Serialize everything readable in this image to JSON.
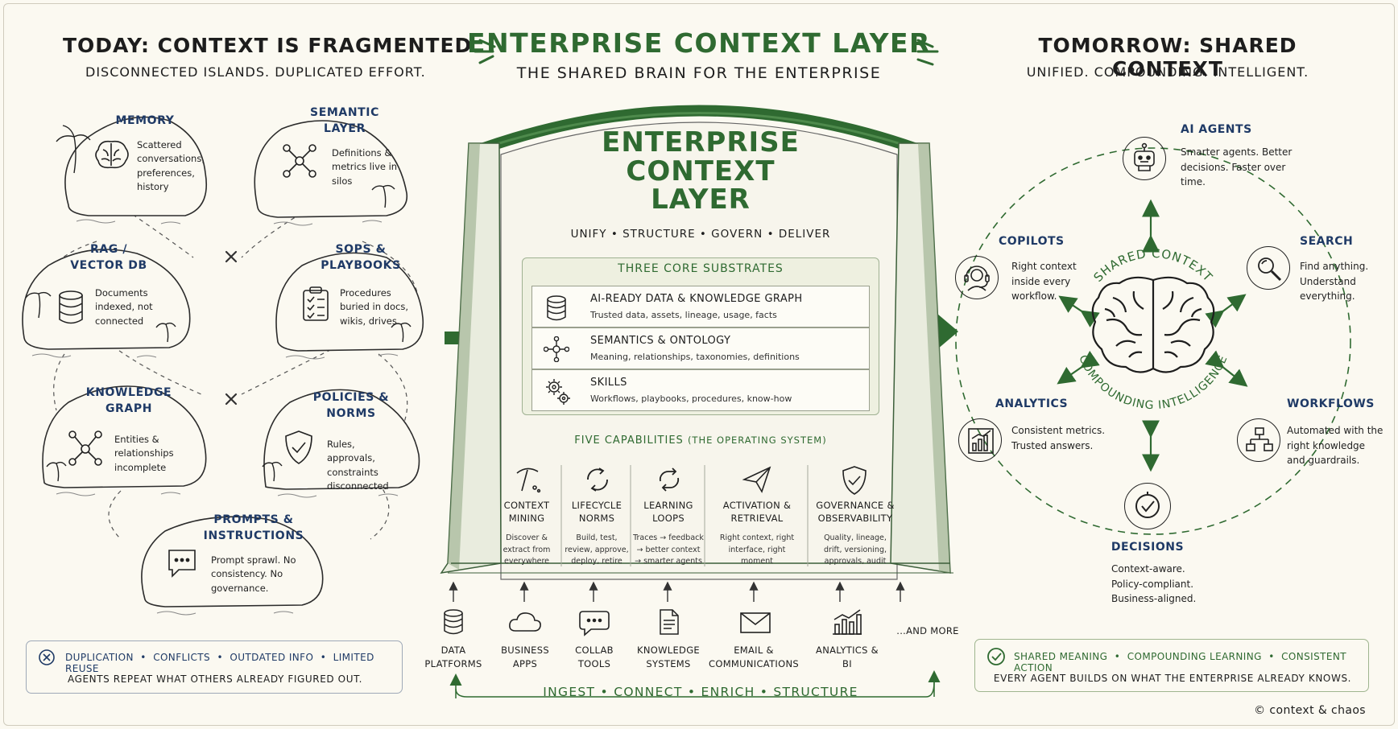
{
  "left": {
    "title": "TODAY: CONTEXT IS FRAGMENTED",
    "subtitle": "DISCONNECTED ISLANDS. DUPLICATED EFFORT.",
    "islands": [
      {
        "title": "MEMORY",
        "desc": "Scattered conversations, preferences, history",
        "icon": "brain-icon"
      },
      {
        "title": "SEMANTIC LAYER",
        "desc": "Definitions & metrics live in silos",
        "icon": "network-icon"
      },
      {
        "title": "RAG / VECTOR DB",
        "desc": "Documents indexed, not connected",
        "icon": "database-icon"
      },
      {
        "title": "SOPS & PLAYBOOKS",
        "desc": "Procedures buried in docs, wikis, drives",
        "icon": "clipboard-icon"
      },
      {
        "title": "KNOWLEDGE GRAPH",
        "desc": "Entities & relationships incomplete",
        "icon": "graph-icon"
      },
      {
        "title": "POLICIES & NORMS",
        "desc": "Rules, approvals, constraints disconnected",
        "icon": "shield-icon"
      },
      {
        "title": "PROMPTS & INSTRUCTIONS",
        "desc": "Prompt sprawl. No consistency. No governance.",
        "icon": "chat-icon"
      }
    ],
    "callout": {
      "items": [
        "DUPLICATION",
        "CONFLICTS",
        "OUTDATED INFO",
        "LIMITED REUSE"
      ],
      "bottom": "AGENTS REPEAT WHAT OTHERS ALREADY FIGURED OUT."
    }
  },
  "center": {
    "title": "ENTERPRISE CONTEXT LAYER",
    "subtitle": "THE SHARED BRAIN FOR THE ENTERPRISE",
    "sign_title": [
      "ENTERPRISE",
      "CONTEXT",
      "LAYER"
    ],
    "sign_subtitle": "UNIFY  •  STRUCTURE  •  GOVERN  •  DELIVER",
    "substrates_title": "THREE CORE SUBSTRATES",
    "substrates": [
      {
        "title": "AI-READY DATA & KNOWLEDGE GRAPH",
        "desc": "Trusted data, assets, lineage, usage, facts",
        "icon": "database-icon"
      },
      {
        "title": "SEMANTICS & ONTOLOGY",
        "desc": "Meaning, relationships, taxonomies, definitions",
        "icon": "network-icon"
      },
      {
        "title": "SKILLS",
        "desc": "Workflows, playbooks, procedures, know-how",
        "icon": "gears-icon"
      }
    ],
    "capabilities_title": "FIVE CAPABILITIES",
    "capabilities_note": "(THE OPERATING SYSTEM)",
    "capabilities": [
      {
        "title": "CONTEXT MINING",
        "desc": "Discover & extract from everywhere",
        "icon": "pickaxe-icon"
      },
      {
        "title": "LIFECYCLE NORMS",
        "desc": "Build, test, review, approve, deploy, retire",
        "icon": "cycle-icon"
      },
      {
        "title": "LEARNING LOOPS",
        "desc": "Traces → feedback → better context → smarter agents",
        "icon": "loop-icon"
      },
      {
        "title": "ACTIVATION & RETRIEVAL",
        "desc": "Right context, right interface, right moment",
        "icon": "paper-plane-icon"
      },
      {
        "title": "GOVERNANCE & OBSERVABILITY",
        "desc": "Quality, lineage, drift, versioning, approvals, audit",
        "icon": "shield-check-icon"
      }
    ],
    "sources": [
      {
        "label": "DATA PLATFORMS",
        "icon": "database-icon"
      },
      {
        "label": "BUSINESS APPS",
        "icon": "cloud-icon"
      },
      {
        "label": "COLLAB TOOLS",
        "icon": "chat-icon"
      },
      {
        "label": "KNOWLEDGE SYSTEMS",
        "icon": "document-icon"
      },
      {
        "label": "EMAIL & COMMUNICATIONS",
        "icon": "envelope-icon"
      },
      {
        "label": "ANALYTICS & BI",
        "icon": "bar-chart-icon"
      }
    ],
    "more": "...AND MORE",
    "flow": "INGEST  •  CONNECT  •  ENRICH  •  STRUCTURE"
  },
  "right": {
    "title": "TOMORROW: SHARED CONTEXT",
    "subtitle": "UNIFIED. COMPOUNDING. INTELLIGENT.",
    "ring_top": "SHARED CONTEXT",
    "ring_bottom": "COMPOUNDING INTELLIGENCE",
    "nodes": [
      {
        "title": "AI AGENTS",
        "desc": "Smarter agents. Better decisions. Faster over time.",
        "icon": "robot-icon"
      },
      {
        "title": "COPILOTS",
        "desc": "Right context inside every workflow.",
        "icon": "headset-icon"
      },
      {
        "title": "SEARCH",
        "desc": "Find anything. Understand everything.",
        "icon": "magnifier-icon"
      },
      {
        "title": "ANALYTICS",
        "desc": "Consistent metrics. Trusted answers.",
        "icon": "bar-chart-icon"
      },
      {
        "title": "WORKFLOWS",
        "desc": "Automated with the right knowledge and guardrails.",
        "icon": "flowchart-icon"
      },
      {
        "title": "DECISIONS",
        "desc": "Context-aware. Policy-compliant. Business-aligned.",
        "icon": "check-circle-icon"
      }
    ],
    "callout": {
      "items": [
        "SHARED MEANING",
        "COMPOUNDING LEARNING",
        "CONSISTENT ACTION"
      ],
      "bottom": "EVERY AGENT BUILDS ON WHAT THE ENTERPRISE ALREADY KNOWS."
    }
  },
  "credit": "© context & chaos",
  "colors": {
    "green": "#2f6a31",
    "navy": "#1f3a66",
    "paper": "#fbf9f1"
  }
}
